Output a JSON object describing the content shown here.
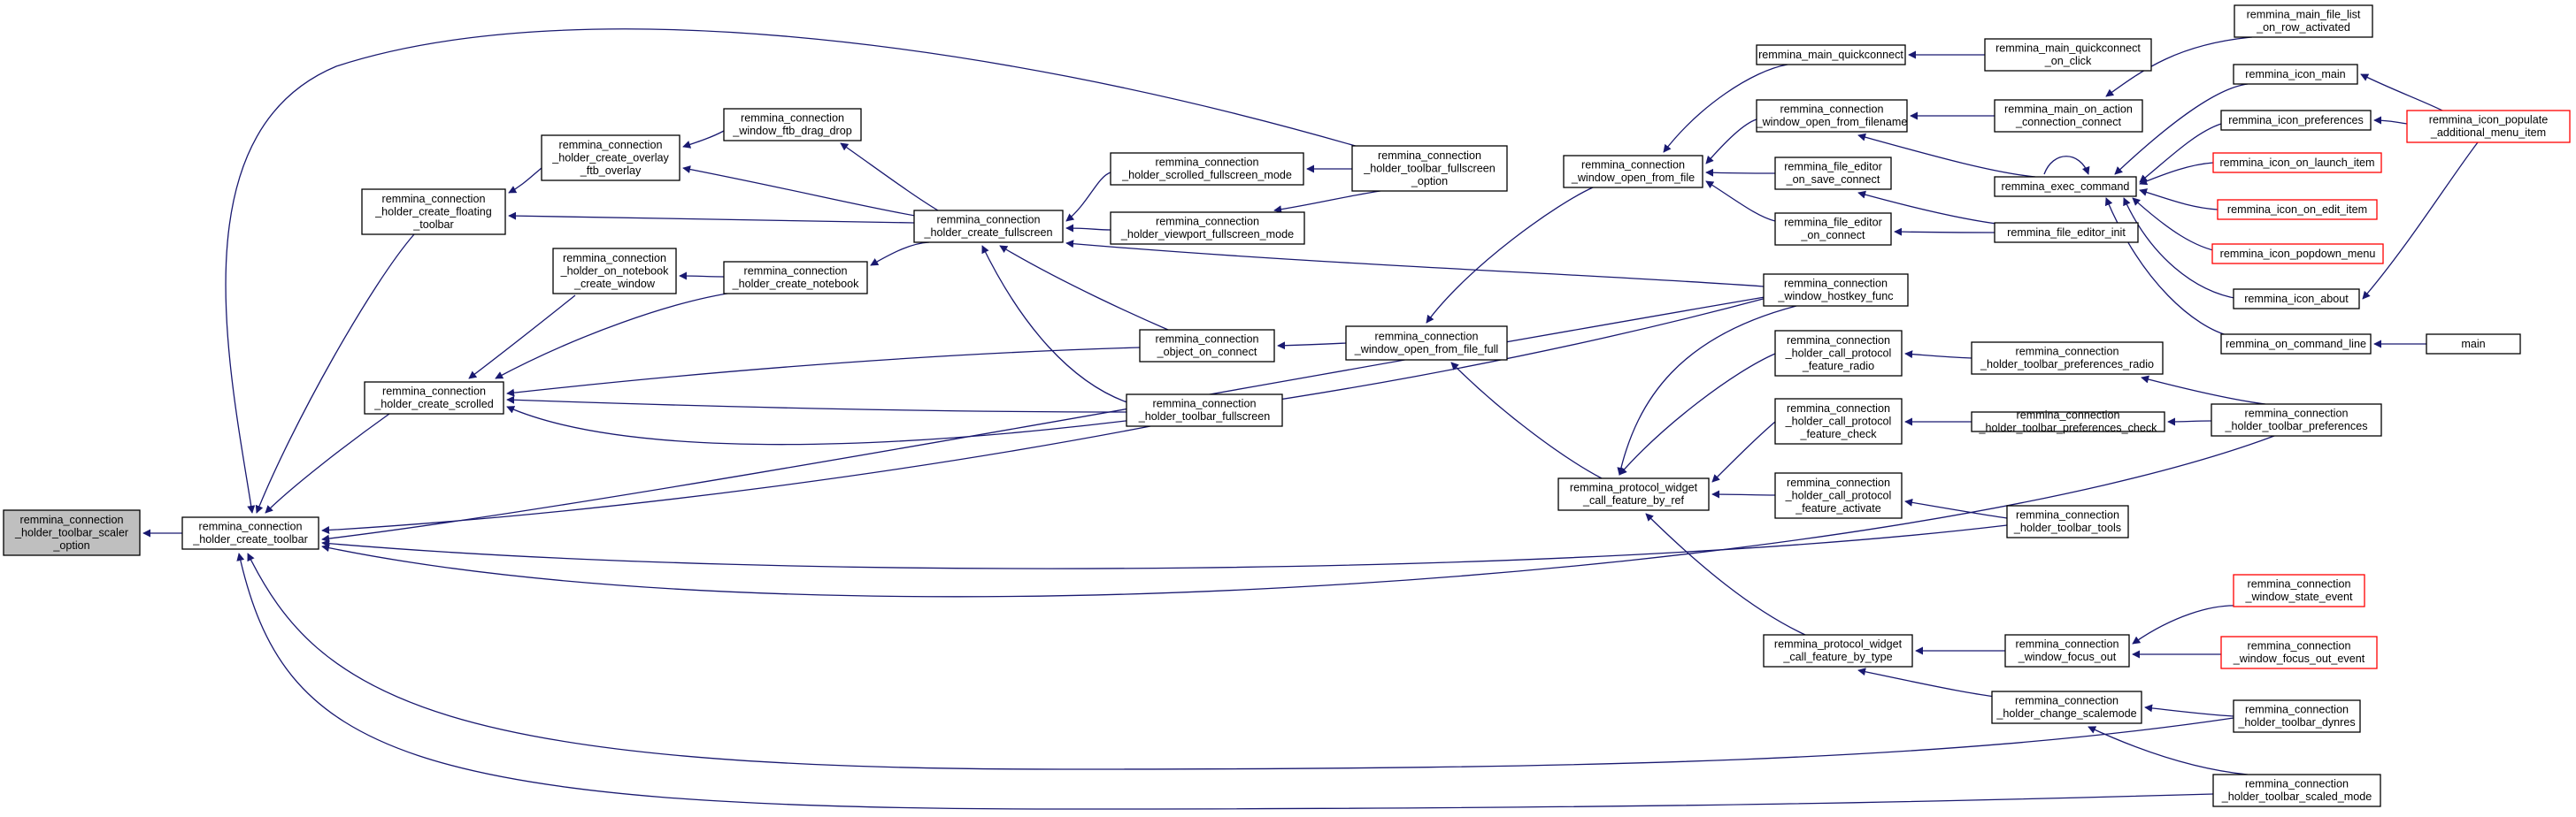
{
  "diagram": {
    "type": "call-graph",
    "colors": {
      "edge": "#191970",
      "node_fill": "#ffffff",
      "node_border": "#000000",
      "focus_fill": "#bfbfbf",
      "truncated_border": "#ff0000"
    },
    "nodes": [
      {
        "id": "scaler_option",
        "lines": [
          "remmina_connection",
          "_holder_toolbar_scaler",
          "_option"
        ],
        "style": "focus"
      },
      {
        "id": "create_toolbar",
        "lines": [
          "remmina_connection",
          "_holder_create_toolbar"
        ],
        "style": "normal"
      },
      {
        "id": "create_floating_toolbar",
        "lines": [
          "remmina_connection",
          "_holder_create_floating",
          "_toolbar"
        ],
        "style": "normal"
      },
      {
        "id": "create_scrolled",
        "lines": [
          "remmina_connection",
          "_holder_create_scrolled"
        ],
        "style": "normal"
      },
      {
        "id": "create_overlay_ftb",
        "lines": [
          "remmina_connection",
          "_holder_create_overlay",
          "_ftb_overlay"
        ],
        "style": "normal"
      },
      {
        "id": "on_notebook_create_window",
        "lines": [
          "remmina_connection",
          "_holder_on_notebook",
          "_create_window"
        ],
        "style": "normal"
      },
      {
        "id": "window_ftb_drag_drop",
        "lines": [
          "remmina_connection",
          "_window_ftb_drag_drop"
        ],
        "style": "normal"
      },
      {
        "id": "create_notebook",
        "lines": [
          "remmina_connection",
          "_holder_create_notebook"
        ],
        "style": "normal"
      },
      {
        "id": "create_fullscreen",
        "lines": [
          "remmina_connection",
          "_holder_create_fullscreen"
        ],
        "style": "normal"
      },
      {
        "id": "scrolled_fullscreen_mode",
        "lines": [
          "remmina_connection",
          "_holder_scrolled_fullscreen_mode"
        ],
        "style": "normal"
      },
      {
        "id": "viewport_fullscreen_mode",
        "lines": [
          "remmina_connection",
          "_holder_viewport_fullscreen_mode"
        ],
        "style": "normal"
      },
      {
        "id": "object_on_connect",
        "lines": [
          "remmina_connection",
          "_object_on_connect"
        ],
        "style": "normal"
      },
      {
        "id": "toolbar_fullscreen",
        "lines": [
          "remmina_connection",
          "_holder_toolbar_fullscreen"
        ],
        "style": "normal"
      },
      {
        "id": "toolbar_fullscreen_option",
        "lines": [
          "remmina_connection",
          "_holder_toolbar_fullscreen",
          "_option"
        ],
        "style": "normal"
      },
      {
        "id": "window_open_from_file_full",
        "lines": [
          "remmina_connection",
          "_window_open_from_file_full"
        ],
        "style": "normal"
      },
      {
        "id": "window_open_from_file",
        "lines": [
          "remmina_connection",
          "_window_open_from_file"
        ],
        "style": "normal"
      },
      {
        "id": "protocol_widget_call_feature_by_ref",
        "lines": [
          "remmina_protocol_widget",
          "_call_feature_by_ref"
        ],
        "style": "normal"
      },
      {
        "id": "protocol_widget_call_feature_by_type",
        "lines": [
          "remmina_protocol_widget",
          "_call_feature_by_type"
        ],
        "style": "normal"
      },
      {
        "id": "main_quickconnect",
        "lines": [
          "remmina_main_quickconnect"
        ],
        "style": "normal"
      },
      {
        "id": "window_open_from_filename",
        "lines": [
          "remmina_connection",
          "_window_open_from_filename"
        ],
        "style": "normal"
      },
      {
        "id": "file_editor_on_save_connect",
        "lines": [
          "remmina_file_editor",
          "_on_save_connect"
        ],
        "style": "normal"
      },
      {
        "id": "file_editor_on_connect",
        "lines": [
          "remmina_file_editor",
          "_on_connect"
        ],
        "style": "normal"
      },
      {
        "id": "window_hostkey_func",
        "lines": [
          "remmina_connection",
          "_window_hostkey_func"
        ],
        "style": "normal"
      },
      {
        "id": "call_protocol_feature_radio",
        "lines": [
          "remmina_connection",
          "_holder_call_protocol",
          "_feature_radio"
        ],
        "style": "normal"
      },
      {
        "id": "call_protocol_feature_check",
        "lines": [
          "remmina_connection",
          "_holder_call_protocol",
          "_feature_check"
        ],
        "style": "normal"
      },
      {
        "id": "call_protocol_feature_activate",
        "lines": [
          "remmina_connection",
          "_holder_call_protocol",
          "_feature_activate"
        ],
        "style": "normal"
      },
      {
        "id": "main_quickconnect_on_click",
        "lines": [
          "remmina_main_quickconnect",
          "_on_click"
        ],
        "style": "normal"
      },
      {
        "id": "main_on_action_connection_connect",
        "lines": [
          "remmina_main_on_action",
          "_connection_connect"
        ],
        "style": "normal"
      },
      {
        "id": "exec_command",
        "lines": [
          "remmina_exec_command"
        ],
        "style": "normal"
      },
      {
        "id": "file_editor_init",
        "lines": [
          "remmina_file_editor_init"
        ],
        "style": "normal"
      },
      {
        "id": "toolbar_preferences_radio",
        "lines": [
          "remmina_connection",
          "_holder_toolbar_preferences_radio"
        ],
        "style": "normal"
      },
      {
        "id": "toolbar_preferences_check",
        "lines": [
          "remmina_connection",
          "_holder_toolbar_preferences_check"
        ],
        "style": "normal"
      },
      {
        "id": "toolbar_tools",
        "lines": [
          "remmina_connection",
          "_holder_toolbar_tools"
        ],
        "style": "normal"
      },
      {
        "id": "window_focus_out",
        "lines": [
          "remmina_connection",
          "_window_focus_out"
        ],
        "style": "normal"
      },
      {
        "id": "change_scalemode",
        "lines": [
          "remmina_connection",
          "_holder_change_scalemode"
        ],
        "style": "normal"
      },
      {
        "id": "main_file_list_on_row_activated",
        "lines": [
          "remmina_main_file_list",
          "_on_row_activated"
        ],
        "style": "normal"
      },
      {
        "id": "icon_main",
        "lines": [
          "remmina_icon_main"
        ],
        "style": "normal"
      },
      {
        "id": "icon_preferences",
        "lines": [
          "remmina_icon_preferences"
        ],
        "style": "normal"
      },
      {
        "id": "icon_on_launch_item",
        "lines": [
          "remmina_icon_on_launch_item"
        ],
        "style": "truncated"
      },
      {
        "id": "icon_on_edit_item",
        "lines": [
          "remmina_icon_on_edit_item"
        ],
        "style": "truncated"
      },
      {
        "id": "icon_popdown_menu",
        "lines": [
          "remmina_icon_popdown_menu"
        ],
        "style": "truncated"
      },
      {
        "id": "icon_about",
        "lines": [
          "remmina_icon_about"
        ],
        "style": "normal"
      },
      {
        "id": "on_command_line",
        "lines": [
          "remmina_on_command_line"
        ],
        "style": "normal"
      },
      {
        "id": "toolbar_preferences",
        "lines": [
          "remmina_connection",
          "_holder_toolbar_preferences"
        ],
        "style": "normal"
      },
      {
        "id": "window_state_event",
        "lines": [
          "remmina_connection",
          "_window_state_event"
        ],
        "style": "truncated"
      },
      {
        "id": "window_focus_out_event",
        "lines": [
          "remmina_connection",
          "_window_focus_out_event"
        ],
        "style": "truncated"
      },
      {
        "id": "toolbar_dynres",
        "lines": [
          "remmina_connection",
          "_holder_toolbar_dynres"
        ],
        "style": "normal"
      },
      {
        "id": "toolbar_scaled_mode",
        "lines": [
          "remmina_connection",
          "_holder_toolbar_scaled_mode"
        ],
        "style": "normal"
      },
      {
        "id": "icon_populate_additional_menu_item",
        "lines": [
          "remmina_icon_populate",
          "_additional_menu_item"
        ],
        "style": "truncated"
      },
      {
        "id": "main",
        "lines": [
          "main"
        ],
        "style": "normal"
      }
    ]
  }
}
